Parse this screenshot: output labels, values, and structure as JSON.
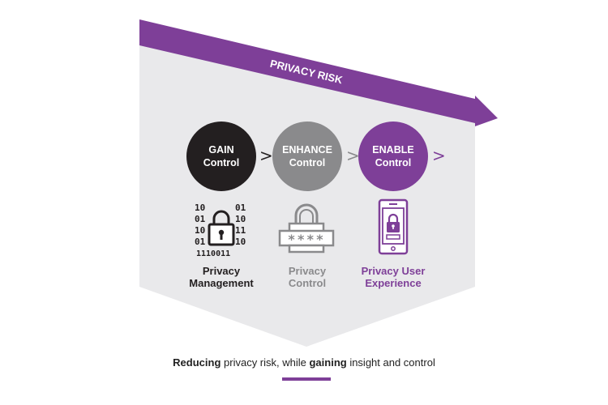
{
  "colors": {
    "purple": "#7e3f98",
    "panel": "#e9e9eb",
    "black": "#231f20",
    "gray": "#8a8a8c",
    "text_dark": "#222222"
  },
  "banner": {
    "label": "PRIVACY RISK"
  },
  "steps": [
    {
      "line1": "GAIN",
      "line2": "Control",
      "label_line1": "Privacy",
      "label_line2": "Management",
      "icon": "binary-lock-icon"
    },
    {
      "line1": "ENHANCE",
      "line2": "Control",
      "label_line1": "Privacy",
      "label_line2": "Control",
      "icon": "password-lock-icon"
    },
    {
      "line1": "ENABLE",
      "line2": "Control",
      "label_line1": "Privacy User",
      "label_line2": "Experience",
      "icon": "mobile-lock-icon"
    }
  ],
  "chevron": ">",
  "binary": {
    "row1": "10",
    "row2": "01",
    "row3": "10",
    "row4": "11",
    "bottom": "1110011",
    "top_right": "01",
    "mid_right": "10"
  },
  "password_mask": "****",
  "caption": {
    "part1": "Reducing",
    "part2": " privacy risk, while ",
    "part3": "gaining",
    "part4": " insight and control"
  }
}
